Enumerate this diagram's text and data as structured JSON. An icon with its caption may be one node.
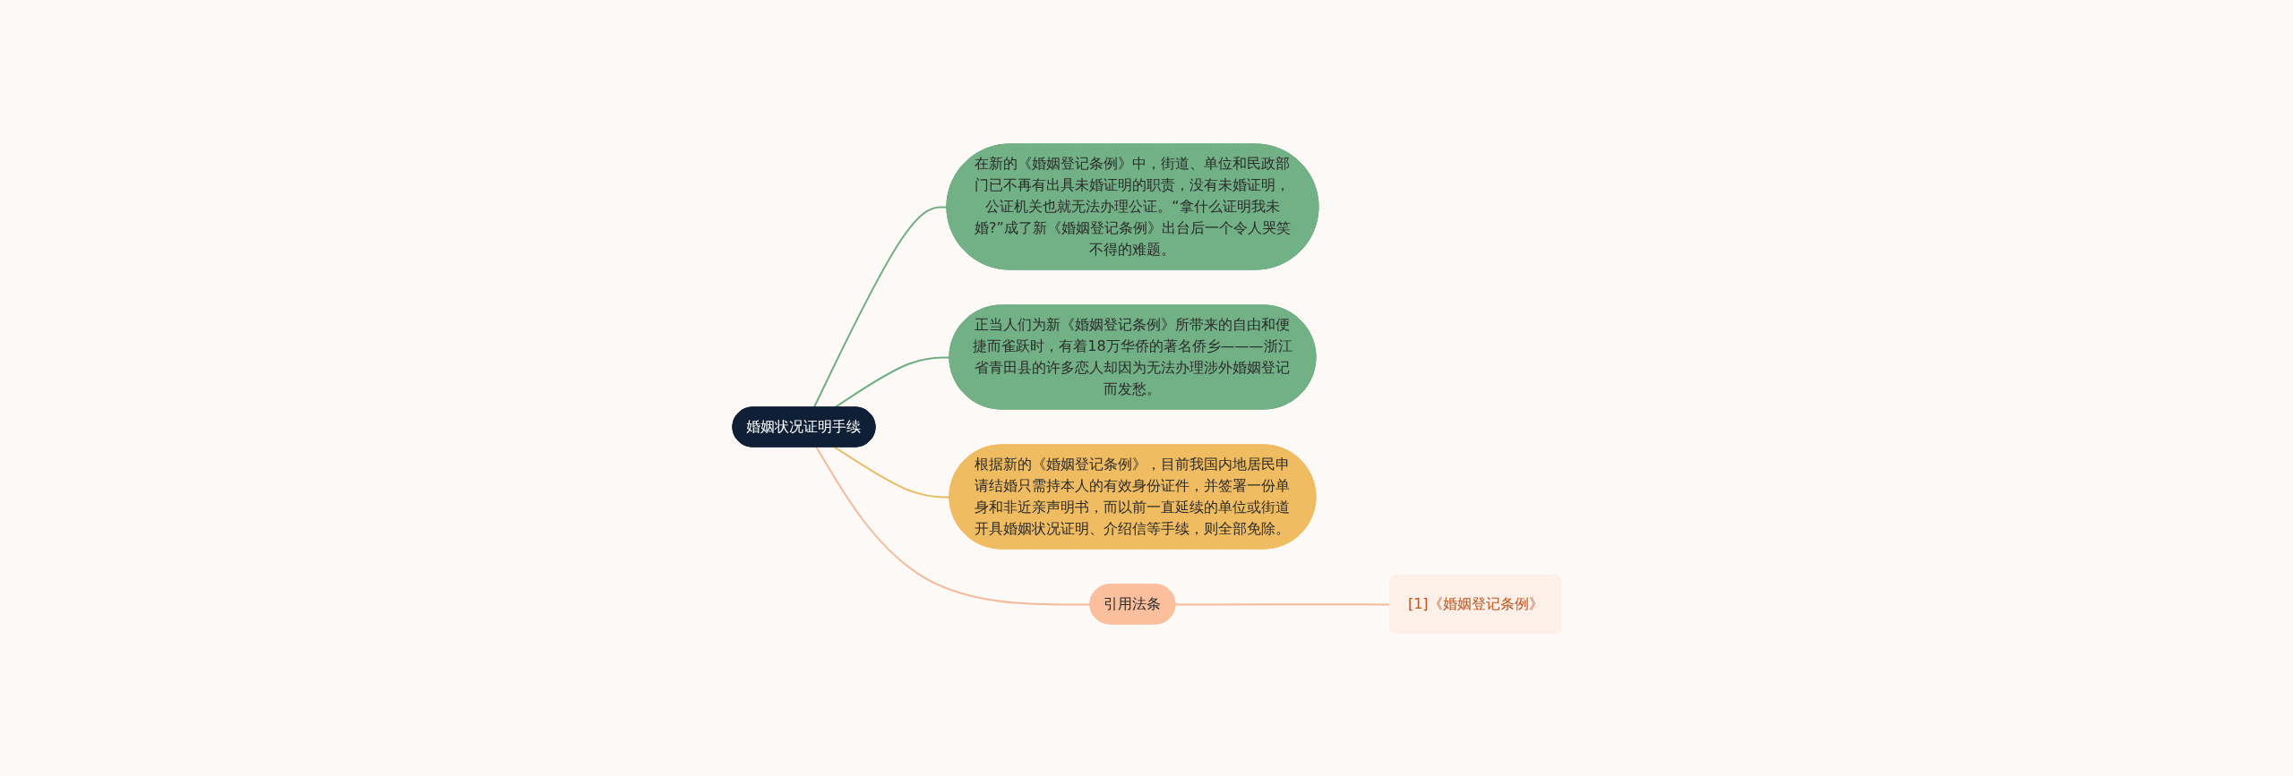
{
  "diagram": {
    "nodes": [
      {
        "text": [
          "婚姻状况证明手续"
        ]
      },
      {
        "text": [
          "在新的《婚姻登记条例》中，街道、单位和民政部门已不再有出具未婚证明的职责，没有未婚证明，公证机关也就无法办理公证。“拿什么证明我未婚?”成了新《婚姻登记条例》出台后一个令人哭笑不得的难题。"
        ]
      },
      {
        "text": [
          "正当人们为新《婚姻登记条例》所带来的自由和便捷而雀跃时，有着18万华侨的著名侨乡———浙江省青田县的许多恋人却因为无法办理涉外婚姻登记而发愁。"
        ]
      },
      {
        "text": [
          "根据新的《婚姻登记条例》，目前我国内地居民申请结婚只需持本人的有效身份证件，并签署一份单身和非近亲声明书，而以前一直延续的单位或街道开具婚姻状况证明、介绍信等手续，则全部免除。"
        ]
      },
      {
        "text": [
          "引用法条"
        ]
      },
      {
        "text": [
          "[1]《婚姻登记条例》"
        ]
      }
    ],
    "edges": [
      {
        "from": 0,
        "to": 1,
        "arrow": "none",
        "color": "#6fae84"
      },
      {
        "from": 0,
        "to": 2,
        "arrow": "none",
        "color": "#6fae84"
      },
      {
        "from": 0,
        "to": 3,
        "arrow": "none",
        "color": "#e8b95e"
      },
      {
        "from": 0,
        "to": 4,
        "arrow": "none",
        "color": "#f5b99a"
      },
      {
        "from": 4,
        "to": 5,
        "arrow": "none",
        "color": "#f5b99a"
      }
    ]
  }
}
